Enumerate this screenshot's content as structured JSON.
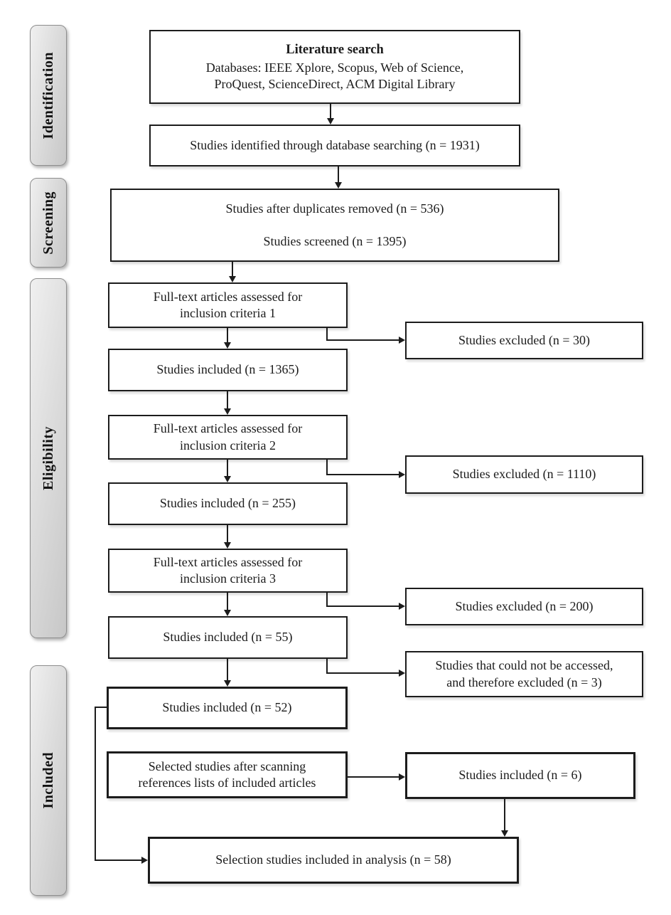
{
  "colors": {
    "box_border": "#1c1c1c",
    "connector": "#1c1c1c",
    "stage_bar_fill": "#d9d9d9",
    "stage_bar_border": "#8e8e8e"
  },
  "sidebar": {
    "identification": "Identification",
    "screening": "Screening",
    "eligibility": "Eligibility",
    "included": "Included"
  },
  "flow": {
    "literature": {
      "title": "Literature search",
      "body1": "Databases: IEEE Xplore, Scopus, Web of Science,",
      "body2": "ProQuest, ScienceDirect, ACM Digital Library"
    },
    "identified": {
      "text": "Studies identified through database searching (n = 1931)"
    },
    "screening": {
      "line1": "Studies after duplicates removed (n = 536)",
      "line2": "Studies screened (n = 1395)"
    },
    "criteria1": {
      "line1": "Full-text articles assessed for",
      "line2": "inclusion criteria 1"
    },
    "included1365": {
      "text": "Studies included (n = 1365)"
    },
    "criteria2": {
      "line1": "Full-text articles assessed for",
      "line2": "inclusion criteria 2"
    },
    "included255": {
      "text": "Studies included (n = 255)"
    },
    "criteria3": {
      "line1": "Full-text articles assessed for",
      "line2": "inclusion criteria 3"
    },
    "included55": {
      "text": "Studies included (n = 55)"
    },
    "included52": {
      "text": "Studies included (n = 52)"
    },
    "scanning": {
      "line1": "Selected studies after scanning",
      "line2": "references lists of included articles"
    },
    "final": {
      "text": "Selection studies included in analysis (n = 58)"
    }
  },
  "side": {
    "excluded30": {
      "text": "Studies excluded (n = 30)"
    },
    "excluded1110": {
      "text": "Studies excluded (n = 1110)"
    },
    "excluded200": {
      "text": "Studies excluded (n = 200)"
    },
    "notAccessed": {
      "line1": "Studies that could not be accessed,",
      "line2": "and therefore excluded (n = 3)"
    },
    "included6": {
      "text": "Studies included (n = 6)"
    }
  }
}
